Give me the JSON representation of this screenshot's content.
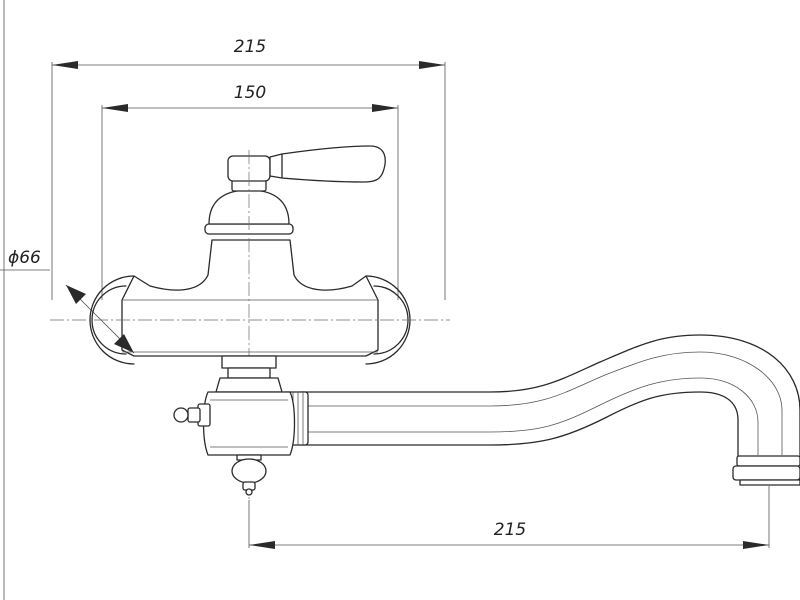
{
  "drawing": {
    "dimensions": {
      "overall_width": "215",
      "body_width": "150",
      "diameter": "ϕ66",
      "spout_length": "215"
    },
    "colors": {
      "line": "#2a2a2a",
      "background": "#ffffff"
    }
  }
}
